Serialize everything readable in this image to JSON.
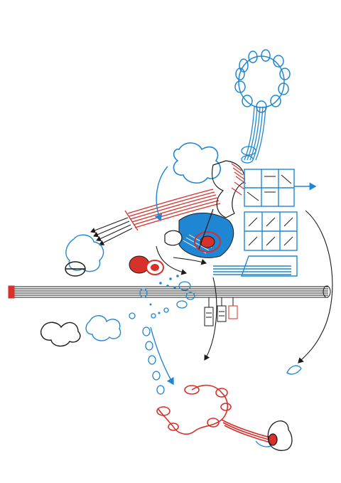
{
  "artwork": {
    "kind": "abstract-ink-drawing",
    "colors": {
      "black": "#1a1a1a",
      "blue": "#1f86d4",
      "red": "#d8302a",
      "paper": "#ffffff"
    },
    "elements": [
      "horizontal-striped-bar",
      "blue-chain-loop",
      "blue-striped-column",
      "red-striped-arm",
      "black-hatched-arrows",
      "blue-cloud-blob",
      "grid-panel",
      "blue-arrows",
      "red-knotted-chain",
      "red-blob-pair",
      "blue-bead-chain",
      "black-cloud-outline",
      "blue-cloud-outline",
      "hanging-tags",
      "right-arc-arrow",
      "left-arc-arrow",
      "red-boot-shape",
      "blue-leaf-arrow"
    ]
  }
}
